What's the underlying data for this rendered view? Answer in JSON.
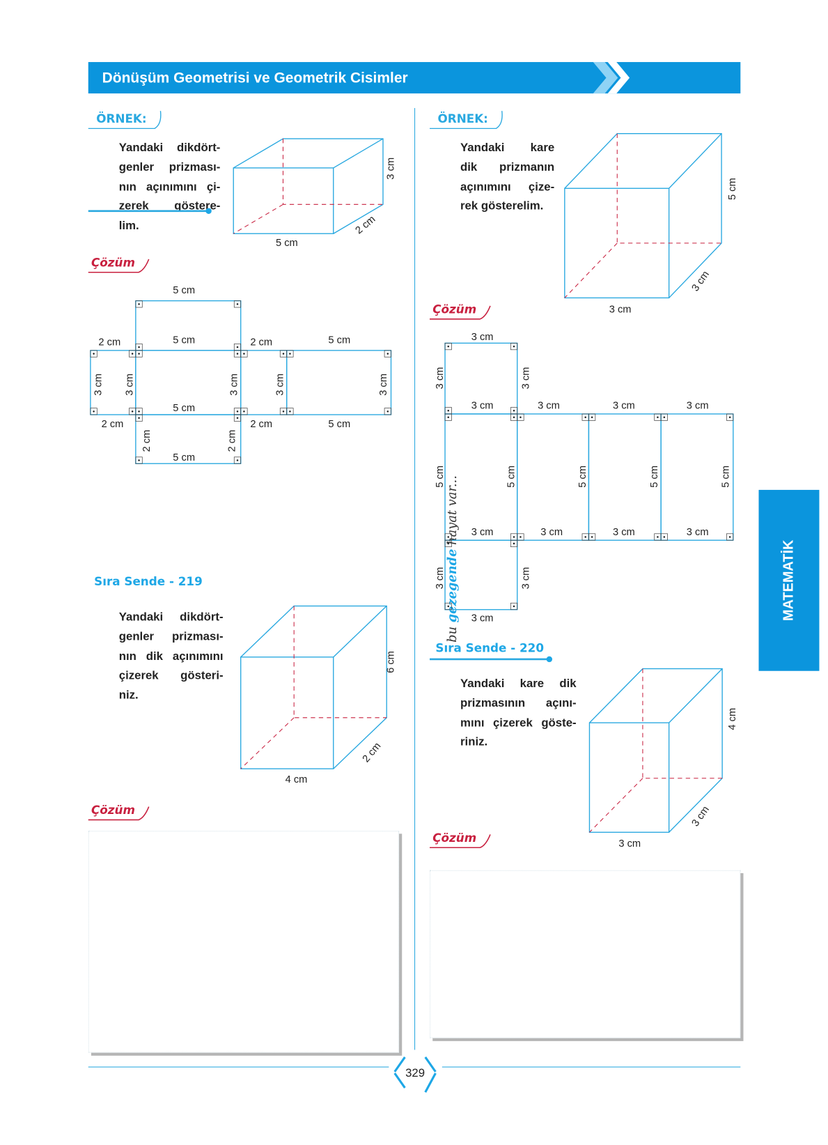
{
  "header": {
    "title": "Dönüşüm Geometrisi ve Geometrik Cisimler"
  },
  "side_tab": "MATEMATİK",
  "slogan": {
    "pre": "bu ",
    "mid": "gezegende",
    "post": " hayat var..."
  },
  "page_number": "329",
  "left": {
    "example_tag": "ÖRNEK:",
    "example_lines": [
      "Yandaki dikdört-",
      "genler prizması-",
      "nın açınımını çi-",
      "zerek göstere-",
      "lim."
    ],
    "prism_labels": {
      "height": "3 cm",
      "depth": "2 cm",
      "width": "5 cm"
    },
    "solution_tag": "Çözüm",
    "net_labels": {
      "top": "5 cm",
      "a": "2 cm",
      "b": "5 cm",
      "c": "2 cm",
      "d": "5 cm",
      "h1": "3 cm",
      "h2": "3 cm",
      "h3": "3 cm",
      "h4": "3 cm",
      "h5": "3 cm",
      "m": "5 cm",
      "e": "2 cm",
      "f": "2 cm",
      "g": "5 cm",
      "v1": "2 cm",
      "v2": "2 cm",
      "bottom": "5 cm"
    },
    "exercise_tag": "Sıra Sende - 219",
    "exercise_lines": [
      "Yandaki dikdört-",
      "genler prizması-",
      "nın dik açınımını",
      "çizerek gösteri-",
      "niz."
    ],
    "exercise_prism_labels": {
      "height": "6 cm",
      "depth": "2 cm",
      "width": "4 cm"
    },
    "exercise_solution_tag": "Çözüm"
  },
  "right": {
    "example_tag": "ÖRNEK:",
    "example_lines": [
      "Yandaki kare",
      "dik prizmanın",
      "açınımını çize-",
      "rek gösterelim."
    ],
    "prism_labels": {
      "height": "5 cm",
      "depth": "3 cm",
      "width": "3 cm"
    },
    "solution_tag": "Çözüm",
    "net_labels": {
      "top": "3 cm",
      "t1": "3 cm",
      "t2": "3 cm",
      "m1": "3 cm",
      "m2": "3 cm",
      "m3": "3 cm",
      "m4": "3 cm",
      "h1": "5 cm",
      "h2": "5 cm",
      "h3": "5 cm",
      "h4": "5 cm",
      "h5": "5 cm",
      "b1": "3 cm",
      "b2": "3 cm",
      "b3": "3 cm",
      "b4": "3 cm",
      "l1": "3 cm",
      "l2": "3 cm",
      "bottom": "3 cm"
    },
    "exercise_tag": "Sıra Sende - 220",
    "exercise_lines": [
      "Yandaki kare dik",
      "prizmasının açını-",
      "mını çizerek göste-",
      "riniz."
    ],
    "exercise_prism_labels": {
      "height": "4 cm",
      "depth": "3 cm",
      "width": "3 cm"
    },
    "exercise_solution_tag": "Çözüm"
  },
  "colors": {
    "blue": "#0b95dd",
    "line": "#29a8e0",
    "red": "#c8203f"
  }
}
